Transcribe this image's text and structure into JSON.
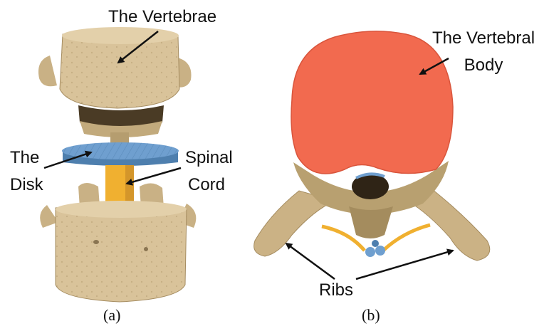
{
  "panel_a": {
    "labels": {
      "vertebrae": "The Vertebrae",
      "disk_line1": "The",
      "disk_line2": "Disk",
      "cord_line1": "Spinal",
      "cord_line2": "Cord"
    },
    "caption": "(a)"
  },
  "panel_b": {
    "labels": {
      "body_line1": "The Vertebral",
      "body_line2": "Body",
      "ribs": "Ribs"
    },
    "caption": "(b)"
  },
  "colors": {
    "bone": "#d9c39a",
    "bone_shadow": "#b59d6f",
    "bone_dark": "#8a7552",
    "disk": "#6f9fcf",
    "disk_dark": "#4e7fae",
    "spinal_cord": "#f0b030",
    "vertebral_body": "#f26a4f",
    "vertebral_body_outline": "#d9553c",
    "arrow": "#111111"
  }
}
